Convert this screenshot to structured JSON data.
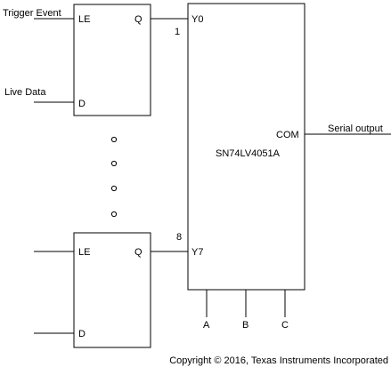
{
  "inputs": {
    "trigger_event": "Trigger Event",
    "live_data": "Live Data"
  },
  "latch_top": {
    "le": "LE",
    "q": "Q",
    "d": "D"
  },
  "latch_bottom": {
    "le": "LE",
    "q": "Q",
    "d": "D"
  },
  "mux": {
    "name": "SN74LV4051A",
    "y0": "Y0",
    "y7": "Y7",
    "com": "COM",
    "select_a": "A",
    "select_b": "B",
    "select_c": "C"
  },
  "channel_numbers": {
    "first": "1",
    "last": "8"
  },
  "output": {
    "serial_output": "Serial output"
  },
  "copyright": "Copyright © 2016, Texas Instruments Incorporated"
}
